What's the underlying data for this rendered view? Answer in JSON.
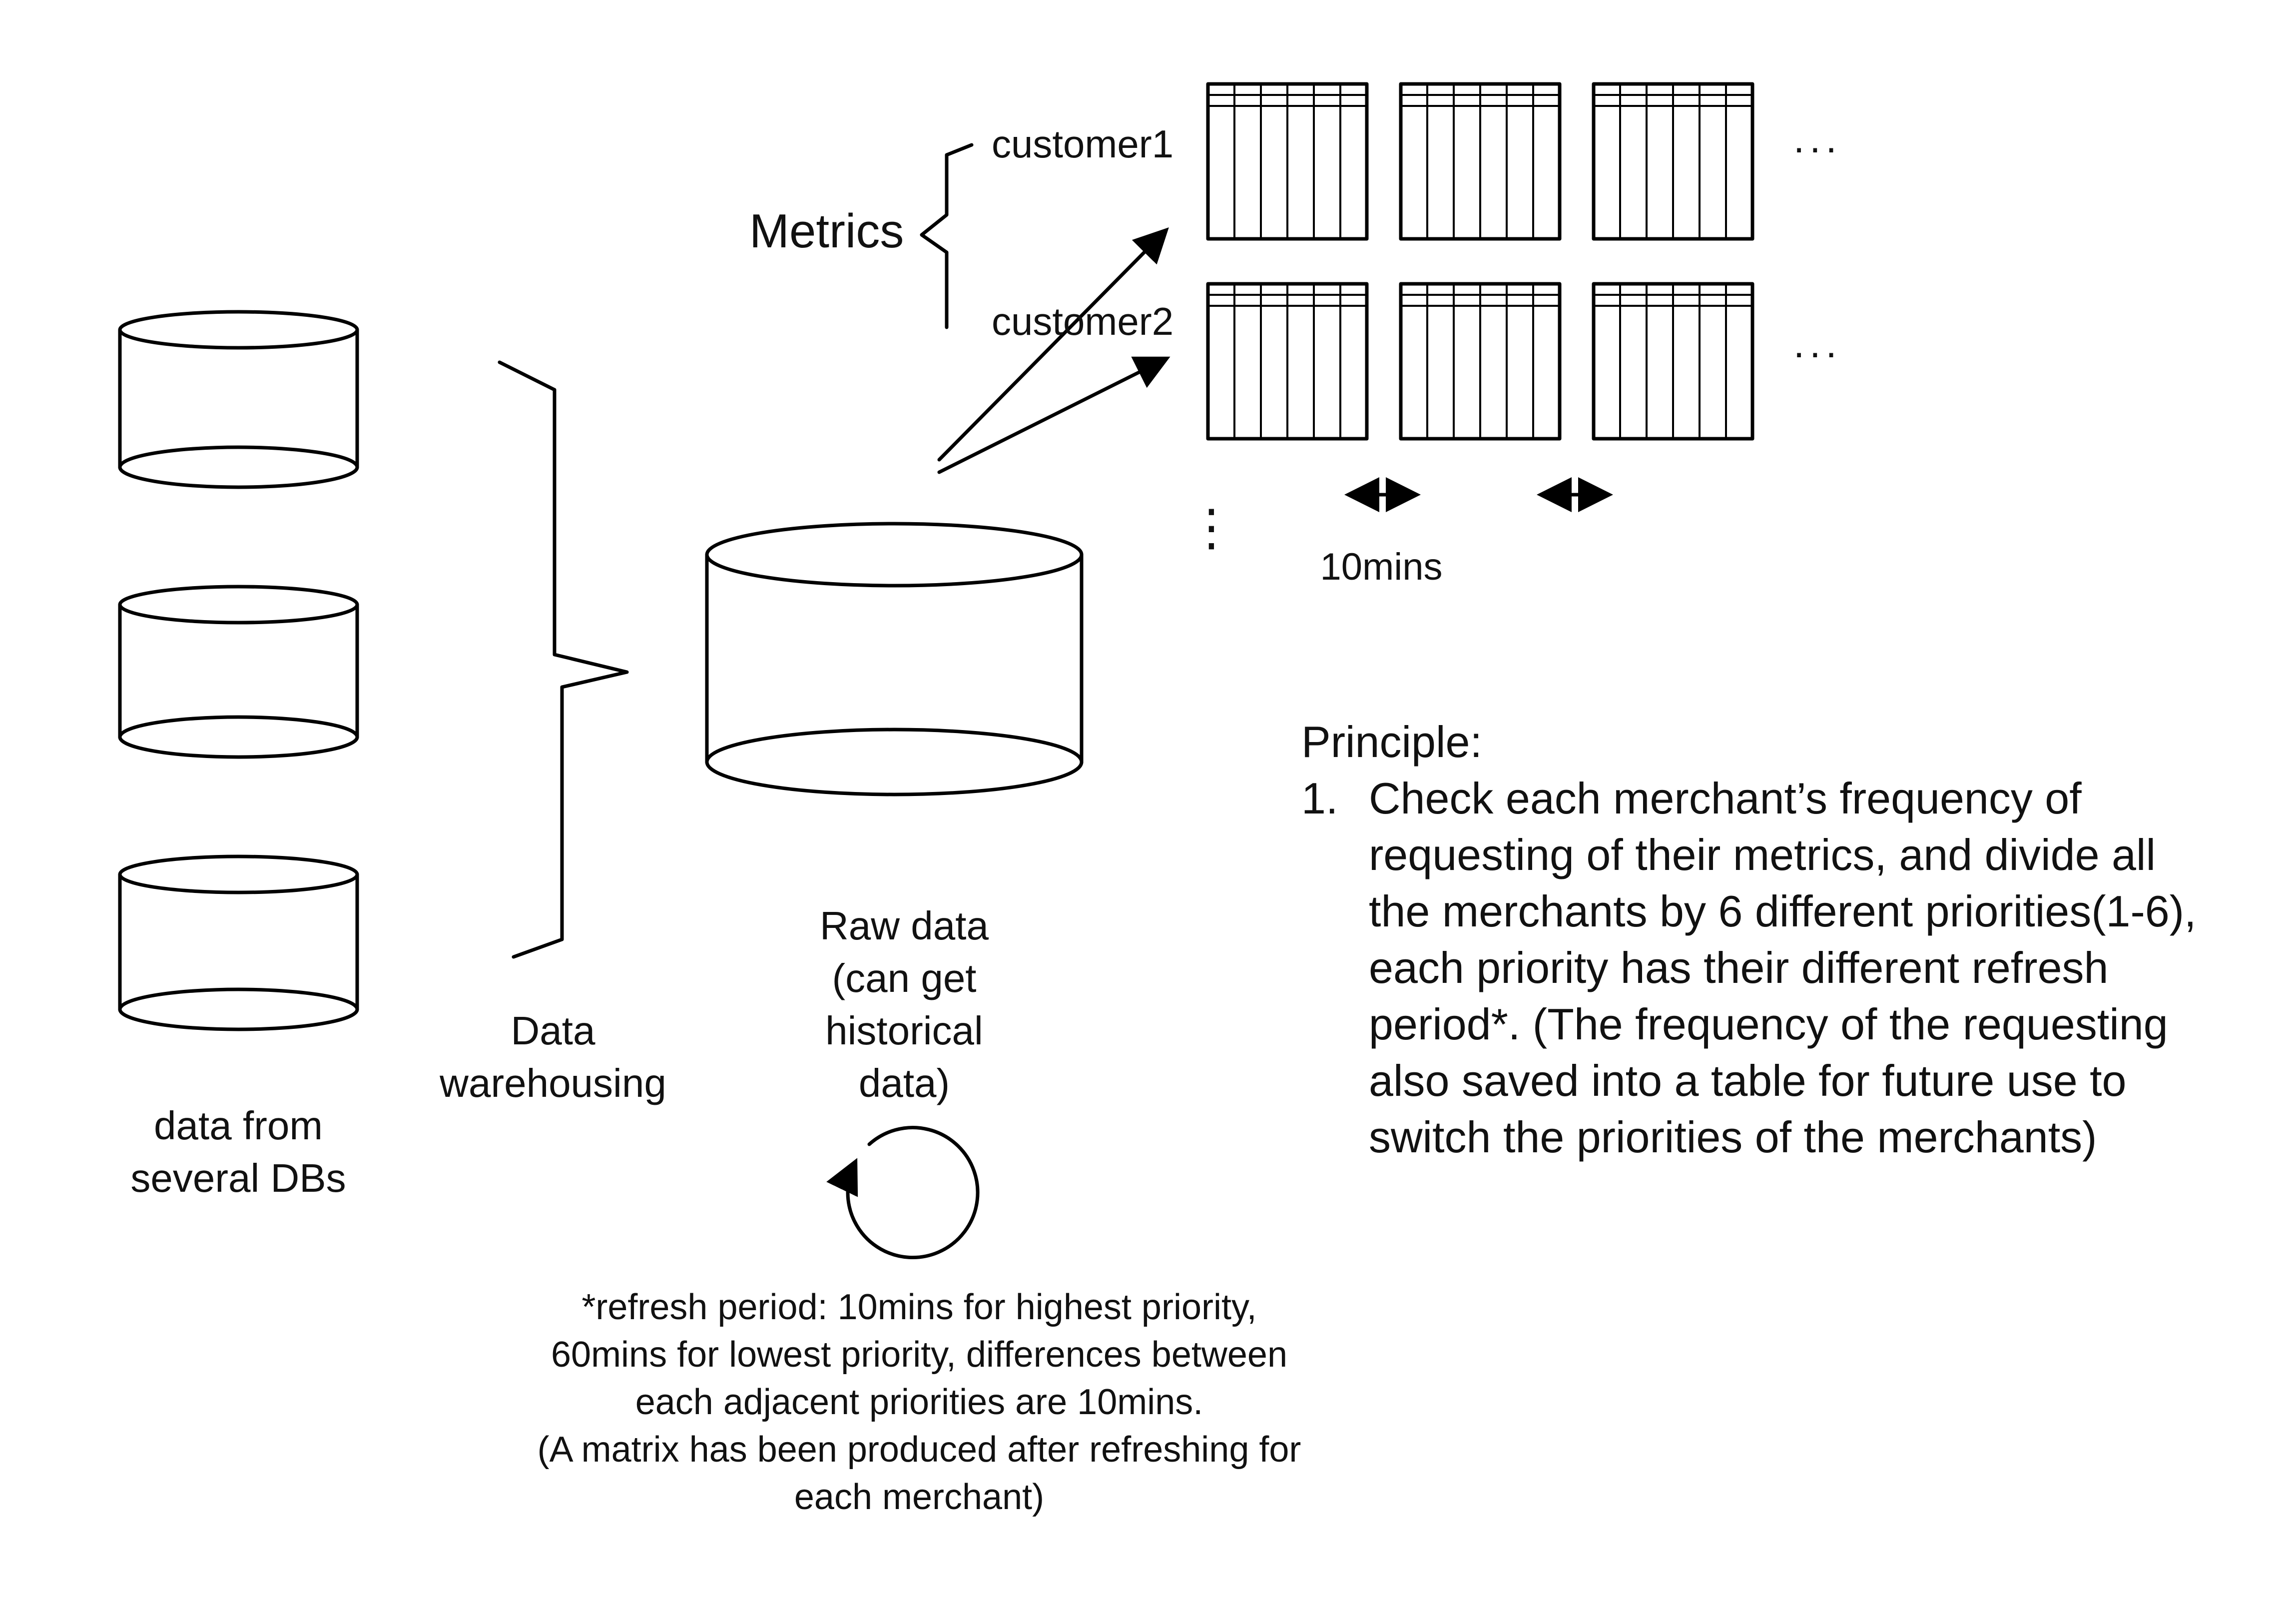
{
  "labels": {
    "sources_line1": "data from",
    "sources_line2": "several DBs",
    "warehousing_line1": "Data",
    "warehousing_line2": "warehousing",
    "raw_line1": "Raw data",
    "raw_line2": "(can get",
    "raw_line3": "historical",
    "raw_line4": "data)",
    "metrics": "Metrics",
    "customer1": "customer1",
    "customer2": "customer2",
    "ellipsis": "...",
    "vertical_ellipsis": "⋮",
    "interval": "10mins"
  },
  "principle": {
    "heading": "Principle:",
    "item_number": "1.",
    "lines": [
      "Check each merchant’s frequency of",
      "requesting of their metrics, and divide all",
      "the merchants by 6 different priorities(1-6),",
      "each priority has their different refresh",
      "period*. (The frequency of the requesting",
      "also saved into a table for future use to",
      "switch the priorities of the merchants)"
    ]
  },
  "footnote": {
    "lines": [
      "*refresh period: 10mins for highest priority,",
      "60mins for lowest priority,  differences between",
      "each adjacent priorities are 10mins.",
      "(A matrix has been produced after refreshing for",
      "each merchant)"
    ]
  }
}
